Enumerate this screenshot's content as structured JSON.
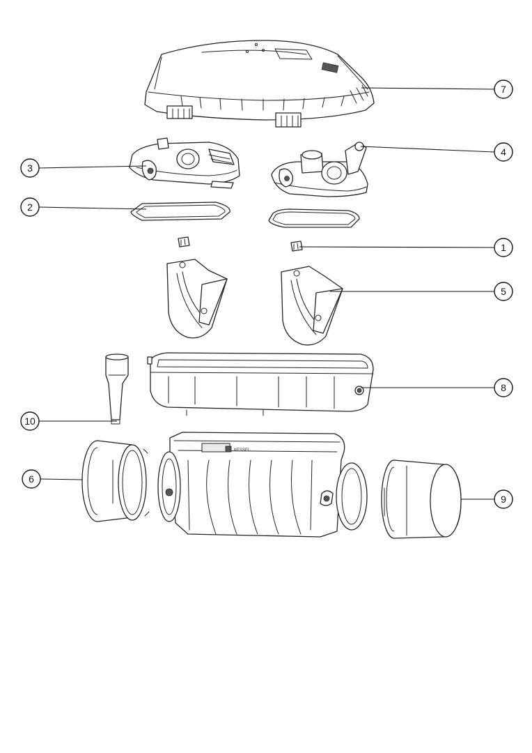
{
  "callouts": [
    {
      "id": "7",
      "label": "7"
    },
    {
      "id": "4",
      "label": "4"
    },
    {
      "id": "3",
      "label": "3"
    },
    {
      "id": "2",
      "label": "2"
    },
    {
      "id": "1",
      "label": "1"
    },
    {
      "id": "5",
      "label": "5"
    },
    {
      "id": "8",
      "label": "8"
    },
    {
      "id": "10",
      "label": "10"
    },
    {
      "id": "6",
      "label": "6"
    },
    {
      "id": "9",
      "label": "9"
    }
  ],
  "body_marking": "KESSEL"
}
